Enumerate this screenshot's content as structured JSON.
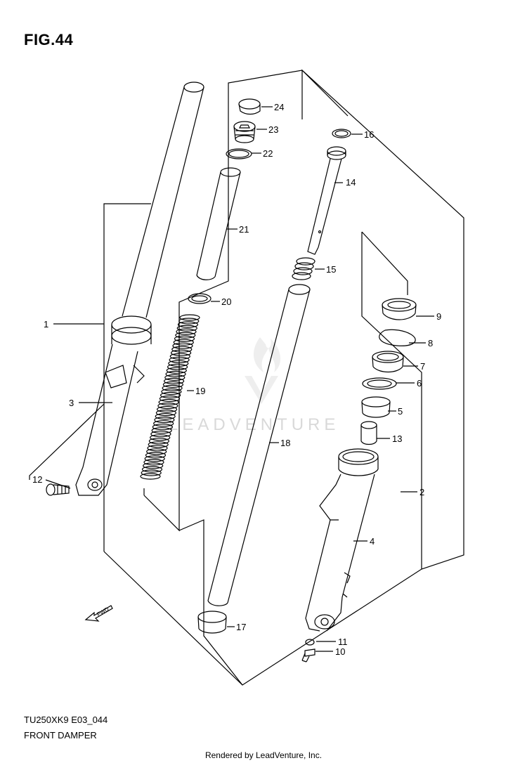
{
  "figure_label": "FIG.44",
  "model_code": "TU250XK9 E03_044",
  "diagram_title": "FRONT DAMPER",
  "footer_credit": "Rendered by LeadVenture, Inc.",
  "watermark": "LEADVENTURE",
  "fwd_label": "FWD",
  "callouts": {
    "c1": "1",
    "c2": "2",
    "c3": "3",
    "c4": "4",
    "c5": "5",
    "c6": "6",
    "c7": "7",
    "c8": "8",
    "c9": "9",
    "c10": "10",
    "c11": "11",
    "c12": "12",
    "c13": "13",
    "c14": "14",
    "c15": "15",
    "c16": "16",
    "c17": "17",
    "c18": "18",
    "c19": "19",
    "c20": "20",
    "c21": "21",
    "c22": "22",
    "c23": "23",
    "c24": "24"
  }
}
